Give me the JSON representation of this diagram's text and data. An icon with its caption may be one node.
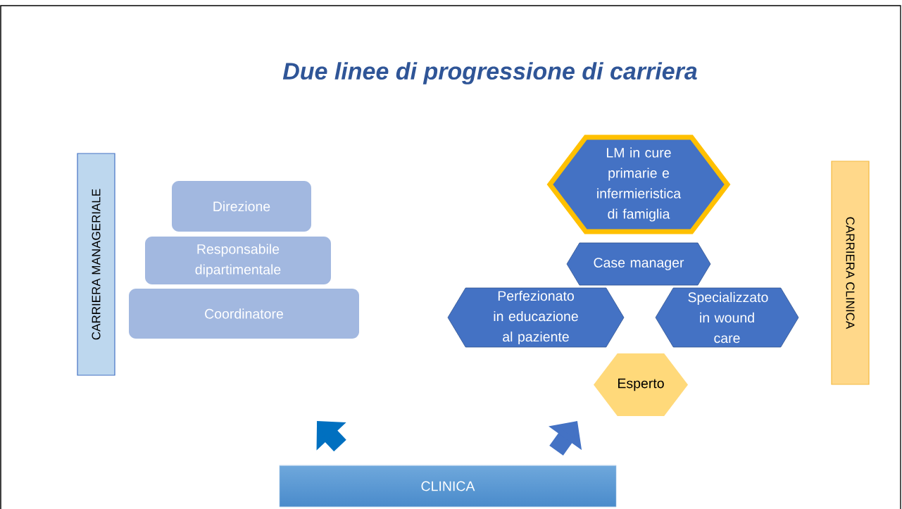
{
  "diagram": {
    "title": "Due linee di progressione di carriera",
    "nodes": [
      {
        "text": [
          "CARRIERA MANAGERIALE"
        ]
      },
      {
        "text": [
          "Direzione"
        ]
      },
      {
        "text": [
          "Responsabile dipartimentale"
        ]
      },
      {
        "text": [
          "Coordinatore"
        ]
      },
      {
        "text": [
          "LM in cure primarie e infermieristica di famiglia"
        ]
      },
      {
        "text": [
          "Case manager"
        ]
      },
      {
        "text": [
          "Perfezionato in educazione al paziente"
        ]
      },
      {
        "text": [
          "Specializzato in wound care"
        ]
      },
      {
        "text": [
          "Esperto"
        ]
      },
      {
        "text": [
          "CARRIERA CLINICA"
        ]
      },
      {
        "text": [
          "CLINICA"
        ]
      }
    ]
  }
}
